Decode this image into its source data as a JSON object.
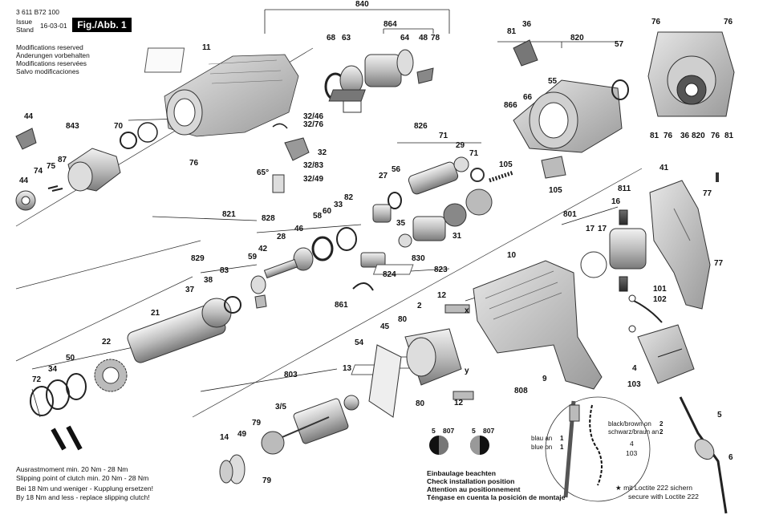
{
  "header": {
    "drawing_number": "3 611 B72 100",
    "issue_label_en": "Issue",
    "issue_label_de": "Stand",
    "issue_date": "16-03-01",
    "figure_label": "Fig./Abb. 1",
    "modifications": [
      "Modifications reserved",
      "Änderungen vorbehalten",
      "Modifications reservées",
      "Salvo modificaciones"
    ]
  },
  "footer_left": [
    "Ausrastmoment min. 20 Nm - 28 Nm",
    "Slipping point of clutch min. 20 Nm - 28 Nm",
    "Bei 18 Nm und weniger - Kupplung ersetzen!",
    "By 18 Nm and less - replace slipping clutch!"
  ],
  "install_note": {
    "title_lines": [
      "Einbaulage beachten",
      "Check installation position",
      "Attention au positionnement",
      "Téngase en cuenta la posición de montaje"
    ],
    "left_pair": [
      "5",
      "807"
    ],
    "right_pair": [
      "5",
      "807"
    ]
  },
  "loctite_note": [
    "★ mit Loctite 222 sichern",
    "secure with Loctite 222"
  ],
  "wiring_note": {
    "black_brown": "black/brown on",
    "schwarz_braun": "schwarz/braun an",
    "blau_an": "blau an",
    "blue_on": "blue on",
    "wire_numbers": [
      "2",
      "2",
      "1",
      "1"
    ],
    "parts": [
      "4",
      "103"
    ]
  },
  "part_labels": {
    "p840": "840",
    "p864": "864",
    "p68": "68",
    "p63": "63",
    "p64": "64",
    "p48": "48",
    "p78": "78",
    "p11": "11",
    "p36": "36",
    "p81a": "81",
    "p820": "820",
    "p57": "57",
    "p55": "55",
    "p66": "66",
    "p866": "866",
    "p76a": "76",
    "p76b": "76",
    "p81b": "81",
    "p76c": "76",
    "p36b": "36",
    "p820b": "820",
    "p76d": "76",
    "p81c": "81",
    "p44": "44",
    "p843": "843",
    "p70": "70",
    "p74": "74",
    "p75": "75",
    "p87": "87",
    "p44b": "44",
    "p32_46": "32/46",
    "p32_76": "32/76",
    "p32": "32",
    "p32_83": "32/83",
    "p32_49": "32/49",
    "p65": "65°",
    "p76e": "76",
    "p826": "826",
    "p71a": "71",
    "p29": "29",
    "p71b": "71",
    "p56": "56",
    "p27": "27",
    "p105a": "105",
    "p105b": "105",
    "p41": "41",
    "p77a": "77",
    "p77b": "77",
    "p821": "821",
    "p828": "828",
    "p58": "58",
    "p60": "60",
    "p33": "33",
    "p82": "82",
    "p46": "46",
    "p28": "28",
    "p42": "42",
    "p59": "59",
    "p35": "35",
    "p31": "31",
    "p830": "830",
    "p824": "824",
    "p823": "823",
    "p861": "861",
    "p829": "829",
    "p38": "38",
    "p83": "83",
    "p37": "37",
    "p21": "21",
    "p22": "22",
    "p72": "72",
    "p34": "34",
    "p50": "50",
    "p811": "811",
    "p16": "16",
    "p801": "801",
    "p17a": "17",
    "p17b": "17",
    "p10": "10",
    "p101": "101",
    "p102": "102",
    "p12a": "12",
    "p2": "2",
    "p45": "45",
    "p80a": "80",
    "p80b": "80",
    "p54": "54",
    "p12b": "12",
    "p9": "9",
    "p808": "808",
    "p803": "803",
    "p3_5": "3/5",
    "p13": "13",
    "p14": "14",
    "p49": "49",
    "p79a": "79",
    "p79b": "79",
    "p4": "4",
    "p103": "103",
    "p5": "5",
    "p6": "6",
    "px": "x",
    "py": "y"
  }
}
